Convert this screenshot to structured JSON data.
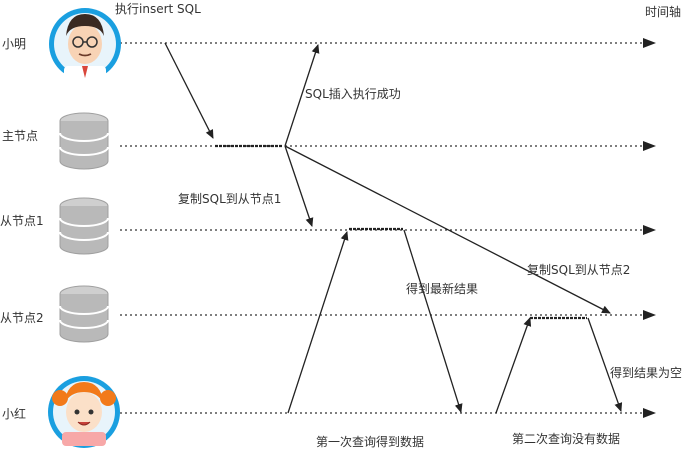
{
  "time_axis_label": "时间轴",
  "actors": {
    "xiaoming": "小明",
    "master": "主节点",
    "slave1": "从节点1",
    "slave2": "从节点2",
    "xiaohong": "小红"
  },
  "annotations": {
    "execute_insert": "执行insert SQL",
    "insert_success": "SQL插入执行成功",
    "replicate_slave1": "复制SQL到从节点1",
    "replicate_slave2": "复制SQL到从节点2",
    "got_latest": "得到最新结果",
    "got_empty": "得到结果为空",
    "first_query": "第一次查询得到数据",
    "second_query": "第二次查询没有数据"
  },
  "colors": {
    "avatar_ring": "#1a9fe0",
    "db_gray": "#b7b7b7",
    "line": "#222222"
  }
}
